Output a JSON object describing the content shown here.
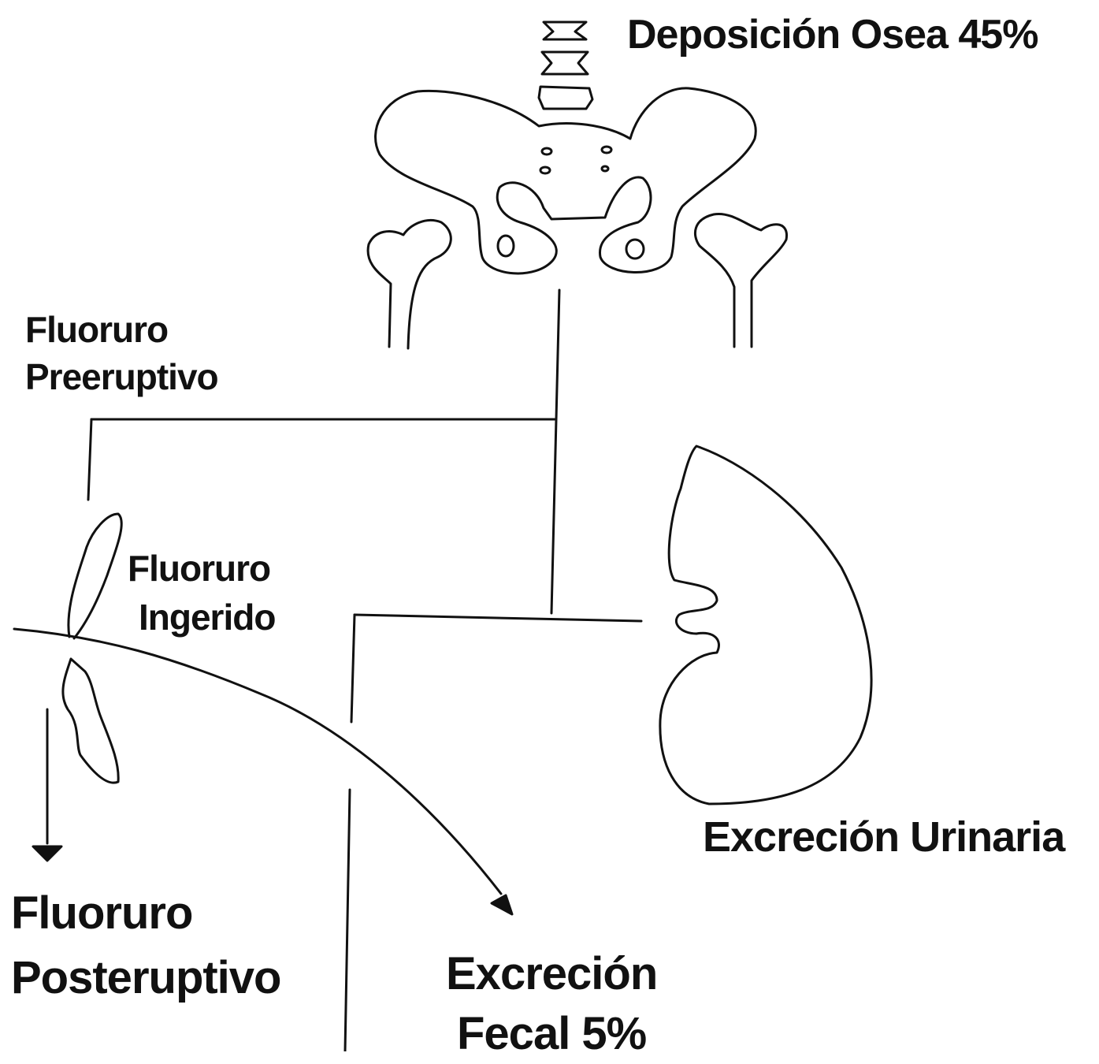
{
  "labels": {
    "bone_deposition": "Deposición Osea 45%",
    "preeruptive_line1": "Fluoruro",
    "preeruptive_line2": "Preeruptivo",
    "ingested_line1": "Fluoruro",
    "ingested_line2": "Ingerido",
    "urinary_excretion": "Excreción Urinaria",
    "posteruptive_line1": "Fluoruro",
    "posteruptive_line2": "Posteruptivo",
    "fecal_line1": "Excreción",
    "fecal_line2": "Fecal 5%"
  },
  "style": {
    "ink_color": "#111111",
    "background": "#ffffff"
  },
  "icons": [
    "vertebrae-icon",
    "pelvis-icon",
    "femur-icon",
    "tooth-icon",
    "kidney-icon"
  ]
}
